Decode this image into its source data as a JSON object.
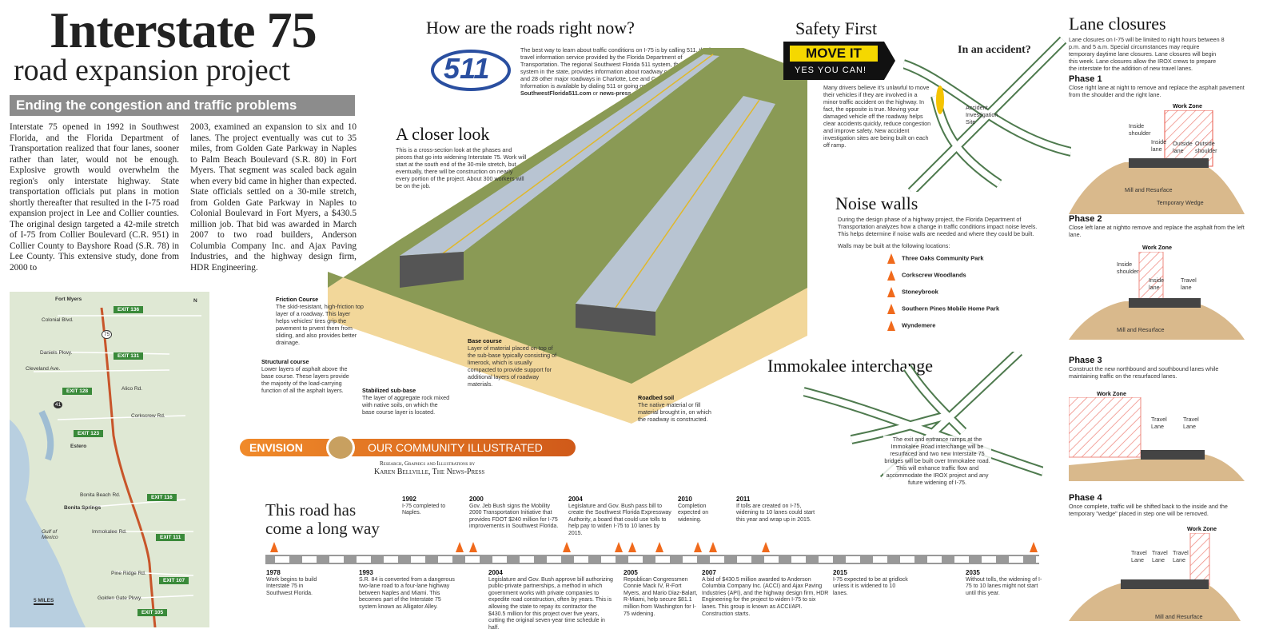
{
  "header": {
    "title": "Interstate 75",
    "subtitle": "road expansion project",
    "banner": "Ending the congestion and traffic problems"
  },
  "article": {
    "col1": "Interstate 75 opened in 1992 in Southwest Florida, and the Florida Department of Transportation realized that four lanes, sooner rather than later, would not be enough. Explosive growth would overwhelm the region's only interstate highway. State transportation officials put plans in motion shortly thereafter that resulted in the I-75 road expansion project in Lee and Collier counties. The original design targeted a 42-mile stretch of I-75 from Collier Boulevard (C.R. 951) in Collier County to Bayshore Road (S.R. 78) in Lee County. This extensive study, done from 2000 to",
    "col2": "2003, examined an expansion to six and 10 lanes. The project eventually was cut to 35 miles, from Golden Gate Parkway in Naples to Palm Beach Boulevard (S.R. 80) in Fort Myers. That segment was scaled back again when every bid came in higher than expected. State officials settled on a 30-mile stretch, from Golden Gate Parkway in Naples to Colonial Boulevard in Fort Myers, a $430.5 million job. That bid was awarded in March 2007 to two road builders, Anderson Columbia Company Inc. and Ajax Paving Industries, and the highway design firm, HDR Engineering."
  },
  "map": {
    "places": [
      "Fort Myers",
      "Colonial Blvd.",
      "Daniels Pkwy.",
      "Cleveland Ave.",
      "Alico Rd.",
      "Corkscrew Rd.",
      "Estero",
      "Bonita Beach Rd.",
      "Bonita Springs",
      "Gulf of Mexico",
      "Immokalee Rd.",
      "Pine Ridge Rd.",
      "Golden Gate Pkwy."
    ],
    "exits": [
      "EXIT 136",
      "EXIT 131",
      "EXIT 128",
      "EXIT 123",
      "EXIT 116",
      "EXIT 111",
      "EXIT 107",
      "EXIT 105"
    ],
    "shields": [
      "75",
      "41"
    ],
    "scale": "5 MILES",
    "north": "N"
  },
  "roads_now": {
    "title": "How are the roads right now?",
    "logo": "511",
    "text": "The best way to learn about traffic conditions on I-75 is by calling 511, the free travel information service provided by the Florida Department of Transportation. The regional Southwest Florida 511 system, the fifth regional system in the state, provides information about roadway conditions for I-75 and 28 other major roadways in Charlotte, Lee and Collier counties. Information is available by dialing 511 or going online at: ",
    "link1": "SouthwestFlorida511.com",
    "or": " or ",
    "link2": "news-press.com"
  },
  "closer": {
    "title": "A closer look",
    "text": "This is a cross-section look at the phases and pieces that go into widening Interstate 75. Work will start at the south end of the 30-mile stretch, but eventually, there will be construction on nearly every portion of the project. About 300 workers will be on the job.",
    "callouts": [
      {
        "title": "Friction Course",
        "text": "The skid-resistant, high-friction top layer of a roadway. This layer helps vehicles' tires grip the pavement to prvent them from sliding, and also provides better drainage."
      },
      {
        "title": "Structural course",
        "text": "Lower layers of asphalt above the base course. These layers provide the majority of the load-carrying function of all the asphalt layers."
      },
      {
        "title": "Base course",
        "text": "Layer of material placed on top of the sub-base typically consisting of limerock, which is usually compacted to provide support for additional layers of roadway materials."
      },
      {
        "title": "Stabilized sub-base",
        "text": "The layer of aggregate rock mixed with native soils, on which the base course layer is located."
      },
      {
        "title": "Roadbed soil",
        "text": "The native material or fill material brought in, on which the roadway is constructed."
      }
    ]
  },
  "envision": {
    "left": "ENVISION",
    "right": "OUR COMMUNITY ILLUSTRATED",
    "credit1": "Research, Graphics and Illustrations by",
    "credit2": "Karen Bellville, The News-Press"
  },
  "safety": {
    "title": "Safety First",
    "sign1": "MOVE IT",
    "sign2": "YES YOU CAN!",
    "accident": "In an accident?",
    "text": "Many drivers believe it's unlawful to move their vehicles if they are involved in a minor traffic accident on the highway. In fact, the opposite is true. Moving your damaged vehicle off the roadway helps clear accidents quickly, reduce congestion and improve safety. New accident investigation sites are being built on each off ramp.",
    "site_label": "Accident Investigation Site"
  },
  "noise": {
    "title": "Noise walls",
    "text": "During the design phase of a highway project, the Florida Department of Transportation analyzes how a change in traffic conditions impact noise levels. This helps determine if noise walls are needed and where they could be built.",
    "intro": "Walls may be built at the following locations:",
    "locations": [
      "Three Oaks Community Park",
      "Corkscrew Woodlands",
      "Stoneybrook",
      "Southern Pines Mobile Home Park",
      "Wyndemere"
    ]
  },
  "immokalee": {
    "title": "Immokalee interchange",
    "text": "The exit and entrance ramps at the Immokalee Road interchange will be resurfaced and two new Interstate 75 bridges will be built over Immokalee road. This will enhance traffic flow and accommodate the IROX project and any future widening of I-75."
  },
  "lanes": {
    "title": "Lane closures",
    "text": "Lane closures on I-75 will be limited to night hours between 8 p.m. and 5 a.m. Special circumstances may require temporary daytime lane closures. Lane closures will begin this week. Lane closures allow the IROX crews to prepare the interstate for the addition of new travel lanes.",
    "work_zone": "Work Zone",
    "mill": "Mill and Resurface",
    "wedge": "Temporary Wedge",
    "phases": [
      {
        "title": "Phase 1",
        "text": "Close right lane at night to remove and replace the asphalt pavement from the shoulder and the right lane.",
        "labels": [
          "Inside shoulder",
          "Inside lane",
          "Outside lane",
          "Outside shoulder"
        ]
      },
      {
        "title": "Phase 2",
        "text": "Close left lane at nightto remove and replace the asphalt from the left lane.",
        "labels": [
          "Inside shoulder",
          "Inside lane",
          "Travel lane"
        ]
      },
      {
        "title": "Phase 3",
        "text": "Construct the new northbound and southbound lanes while maintaining traffic on the resurfaced lanes.",
        "labels": [
          "Travel Lane",
          "Travel Lane"
        ]
      },
      {
        "title": "Phase 4",
        "text": "Once complete, traffic will be shifted back to the inside and the temporary \"wedge\" placed in step one will be removed.",
        "labels": [
          "Travel Lane",
          "Travel Lane",
          "Travel Lane"
        ]
      }
    ]
  },
  "timeline": {
    "title1": "This road has",
    "title2": "come a long way",
    "top": [
      {
        "year": "1992",
        "text": "I-75 completed to Naples."
      },
      {
        "year": "2000",
        "text": "Gov. Jeb Bush signs the Mobility 2000 Transportation Initiative that provides FDOT $240 million for I-75 improvements in Southwest Florida."
      },
      {
        "year": "2004",
        "text": "Legislature and Gov. Bush pass bill to create the Southwest Florida Expressway Authority, a board that could use tolls to help pay to widen I-75 to 10 lanes by 2015."
      },
      {
        "year": "2010",
        "text": "Completion expected on widening."
      },
      {
        "year": "2011",
        "text": "If tolls are created on I-75, widening to 10 lanes could start this year and wrap up in 2015."
      }
    ],
    "bottom": [
      {
        "year": "1978",
        "text": "Work begins to build Interstate 75 in Southwest Florida."
      },
      {
        "year": "1993",
        "text": "S.R. 84 is converted from a dangerous two-lane road to a four-lane highway between Naples and Miami. This becomes part of the Interstate 75 system known as Alligator Alley."
      },
      {
        "year": "2004",
        "text": "Legislature and Gov. Bush approve bill authorizing public-private partnerships, a method in which government works with private companies to expedite road construction, often by years. This is allowing the state to repay its contractor the $430.5 million for this project over five years, cutting the original seven-year time schedule in half."
      },
      {
        "year": "2005",
        "text": "Republican Congressmen Connie Mack IV, R-Fort Myers, and Mario Diaz-Balart, R-Miami, help secure $81.1 million from Washington for I-75 widening."
      },
      {
        "year": "2007",
        "text": "A bid of $430.5 million awarded to Anderson Columbia Company Inc. (ACCI) and Ajax Paving Industries (API), and the highway design firm, HDR Engineering for the project to widen I-75 to six lanes. This group is known as ACCI/API. Construction starts."
      },
      {
        "year": "2015",
        "text": "I-75 expected to be at gridlock unless it is widened to 10 lanes."
      },
      {
        "year": "2035",
        "text": "Without tolls, the widening of I-75 to 10 lanes might not start until this year."
      }
    ]
  },
  "colors": {
    "grass": "#8a9a55",
    "sand": "#f2d79a",
    "road": "#9aa8b8",
    "cone": "#f06a1c",
    "hatch": "#e8574a",
    "green": "#3a8a3a",
    "banner": "#8c8c8c"
  }
}
